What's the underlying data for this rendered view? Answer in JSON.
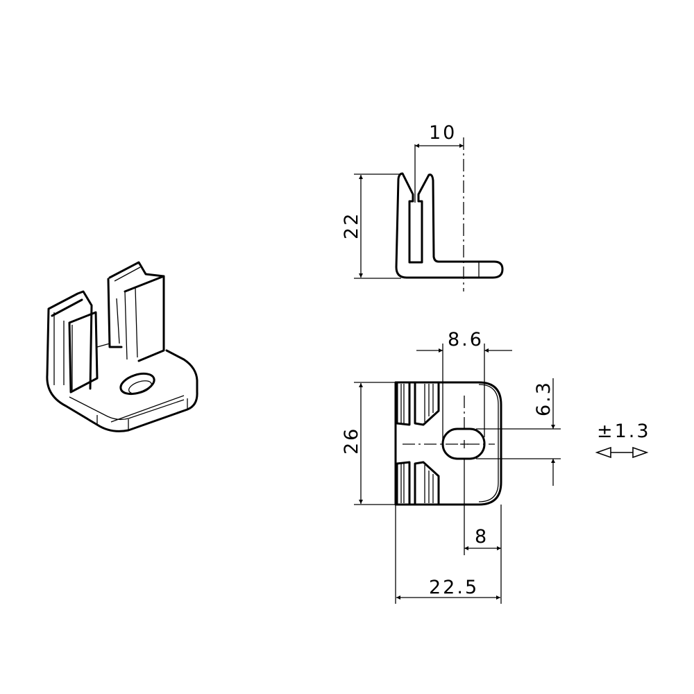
{
  "drawing": {
    "title": "Glass clamp bracket technical drawing",
    "line_color": "#000000",
    "background": "#ffffff",
    "views": {
      "isometric": {
        "label": "3D isometric view"
      },
      "side_view": {
        "dimensions": {
          "slot_offset": "10",
          "height": "22"
        }
      },
      "top_view": {
        "dimensions": {
          "hole_x": "8.6",
          "slot_width": "6.3",
          "depth": "26",
          "edge_to_hole": "8",
          "overall_width": "22.5"
        },
        "adjustment": {
          "tolerance": "±1.3",
          "direction_icon": "double-arrow-horizontal"
        }
      }
    }
  }
}
